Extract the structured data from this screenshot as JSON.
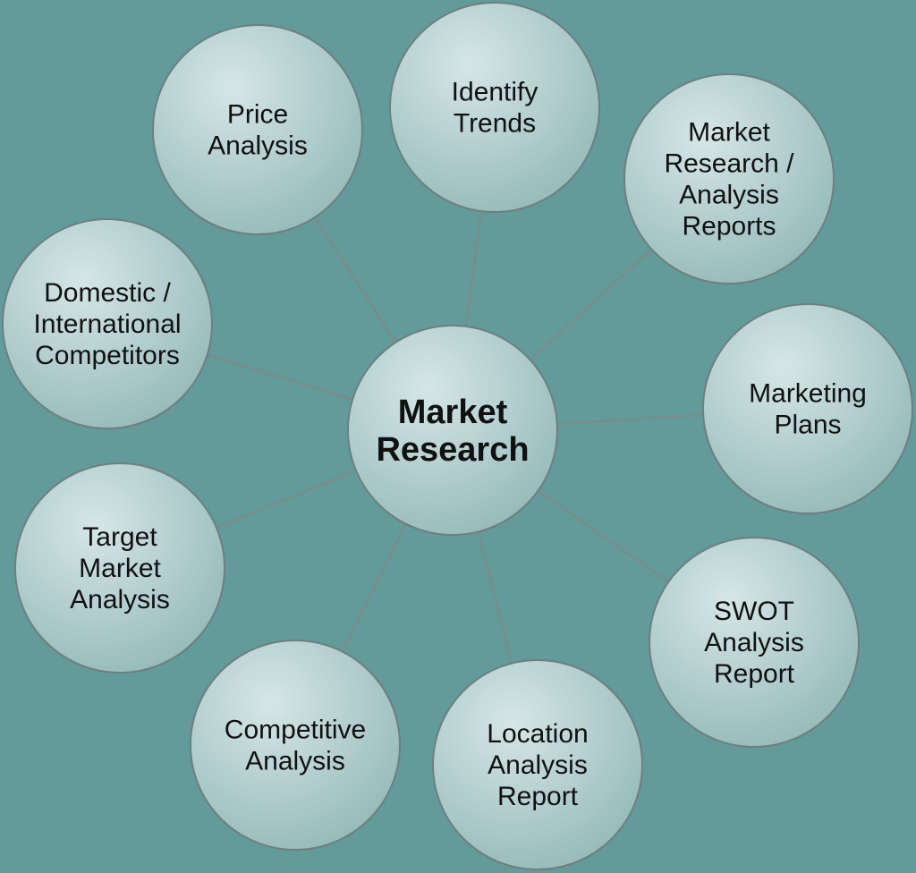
{
  "diagram": {
    "center": {
      "lines": [
        "Market",
        "Research"
      ]
    },
    "nodes": [
      {
        "id": "price-analysis",
        "lines": [
          "Price",
          "Analysis"
        ]
      },
      {
        "id": "identify-trends",
        "lines": [
          "Identify",
          "Trends"
        ]
      },
      {
        "id": "market-research-analysis-reports",
        "lines": [
          "Market",
          "Research /",
          "Analysis",
          "Reports"
        ]
      },
      {
        "id": "domestic-international-competitors",
        "lines": [
          "Domestic /",
          "International",
          "Competitors"
        ]
      },
      {
        "id": "marketing-plans",
        "lines": [
          "Marketing",
          "Plans"
        ]
      },
      {
        "id": "target-market-analysis",
        "lines": [
          "Target",
          "Market",
          "Analysis"
        ]
      },
      {
        "id": "swot-analysis-report",
        "lines": [
          "SWOT",
          "Analysis",
          "Report"
        ]
      },
      {
        "id": "competitive-analysis",
        "lines": [
          "Competitive",
          "Analysis"
        ]
      },
      {
        "id": "location-analysis-report",
        "lines": [
          "Location",
          "Analysis",
          "Report"
        ]
      }
    ],
    "colors": {
      "background": "#639a9a",
      "circle_light": "#d6e6e6",
      "circle_dark": "#96baba",
      "stroke": "#6e7f7f",
      "connector": "#7a8c8c"
    }
  }
}
